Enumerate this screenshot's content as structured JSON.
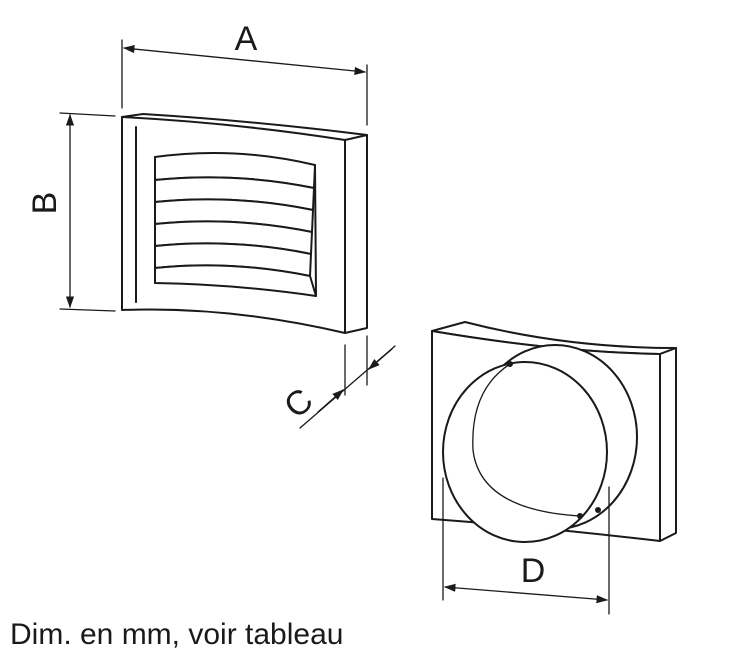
{
  "dimensions": {
    "a_label": "A",
    "b_label": "B",
    "c_label": "C",
    "d_label": "D"
  },
  "caption": "Dim. en mm, voir tableau",
  "colors": {
    "line": "#1a1a1a",
    "background": "#ffffff"
  }
}
